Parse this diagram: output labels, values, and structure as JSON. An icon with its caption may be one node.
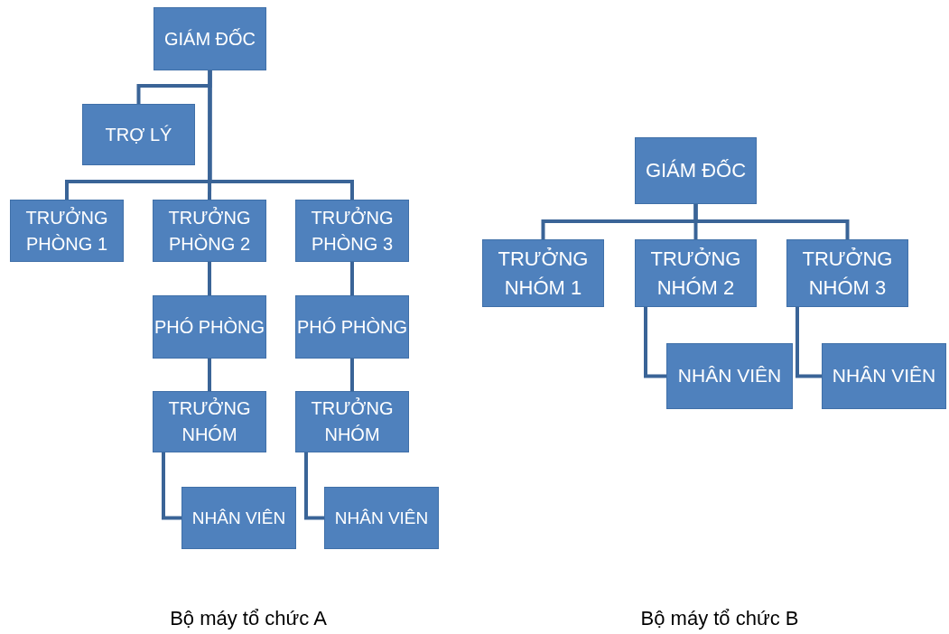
{
  "diagram": {
    "nodes": [
      {
        "text": [
          "GIÁM ĐỐC"
        ]
      },
      {
        "text": [
          "TRỢ LÝ"
        ]
      },
      {
        "text": [
          "TRƯỞNG PHÒNG 1"
        ]
      },
      {
        "text": [
          "TRƯỞNG PHÒNG 2"
        ]
      },
      {
        "text": [
          "TRƯỞNG PHÒNG 3"
        ]
      },
      {
        "text": [
          "PHÓ PHÒNG"
        ]
      },
      {
        "text": [
          "PHÓ PHÒNG"
        ]
      },
      {
        "text": [
          "TRƯỞNG NHÓM"
        ]
      },
      {
        "text": [
          "TRƯỞNG NHÓM"
        ]
      },
      {
        "text": [
          "NHÂN VIÊN"
        ]
      },
      {
        "text": [
          "NHÂN VIÊN"
        ]
      },
      {
        "text": [
          "GIÁM ĐỐC"
        ]
      },
      {
        "text": [
          "TRƯỞNG NHÓM 1"
        ]
      },
      {
        "text": [
          "TRƯỞNG NHÓM 2"
        ]
      },
      {
        "text": [
          "TRƯỞNG NHÓM 3"
        ]
      },
      {
        "text": [
          "NHÂN VIÊN"
        ]
      },
      {
        "text": [
          "NHÂN VIÊN"
        ]
      }
    ],
    "edges": [
      {
        "from": 0,
        "to": 1,
        "arrow": "none"
      },
      {
        "from": 0,
        "to": 2,
        "arrow": "none"
      },
      {
        "from": 0,
        "to": 3,
        "arrow": "none"
      },
      {
        "from": 0,
        "to": 4,
        "arrow": "none"
      },
      {
        "from": 3,
        "to": 5,
        "arrow": "none"
      },
      {
        "from": 5,
        "to": 7,
        "arrow": "none"
      },
      {
        "from": 7,
        "to": 9,
        "arrow": "none"
      },
      {
        "from": 4,
        "to": 6,
        "arrow": "none"
      },
      {
        "from": 6,
        "to": 8,
        "arrow": "none"
      },
      {
        "from": 8,
        "to": 10,
        "arrow": "none"
      },
      {
        "from": 11,
        "to": 12,
        "arrow": "none"
      },
      {
        "from": 11,
        "to": 13,
        "arrow": "none"
      },
      {
        "from": 11,
        "to": 14,
        "arrow": "none"
      },
      {
        "from": 13,
        "to": 15,
        "arrow": "none"
      },
      {
        "from": 14,
        "to": 16,
        "arrow": "none"
      }
    ],
    "labels": [
      "Bộ máy tổ chức A",
      "Bộ máy tổ chức B"
    ]
  }
}
